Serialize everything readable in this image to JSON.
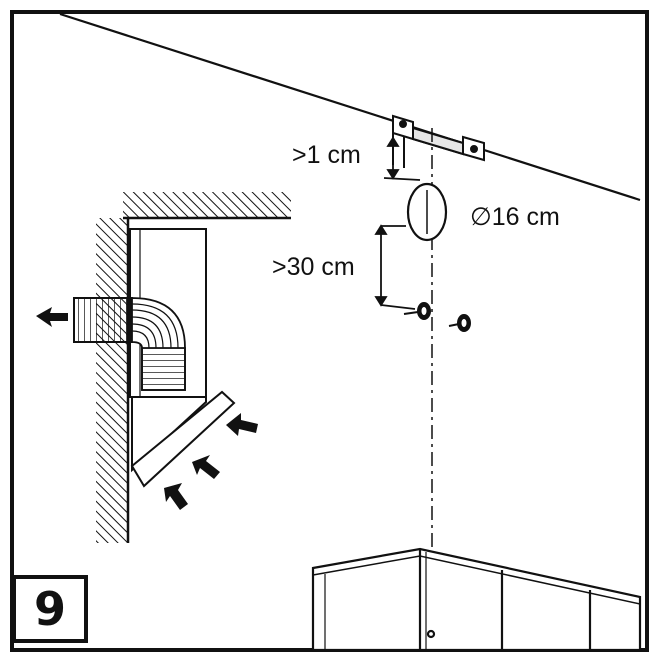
{
  "labels": {
    "gap_top": ">1 cm",
    "diameter": "∅16 cm",
    "gap_side": ">30 cm"
  },
  "step": {
    "number": "9"
  },
  "colors": {
    "ink": "#111111",
    "background": "#ffffff",
    "shade": "#dcdcdc"
  }
}
